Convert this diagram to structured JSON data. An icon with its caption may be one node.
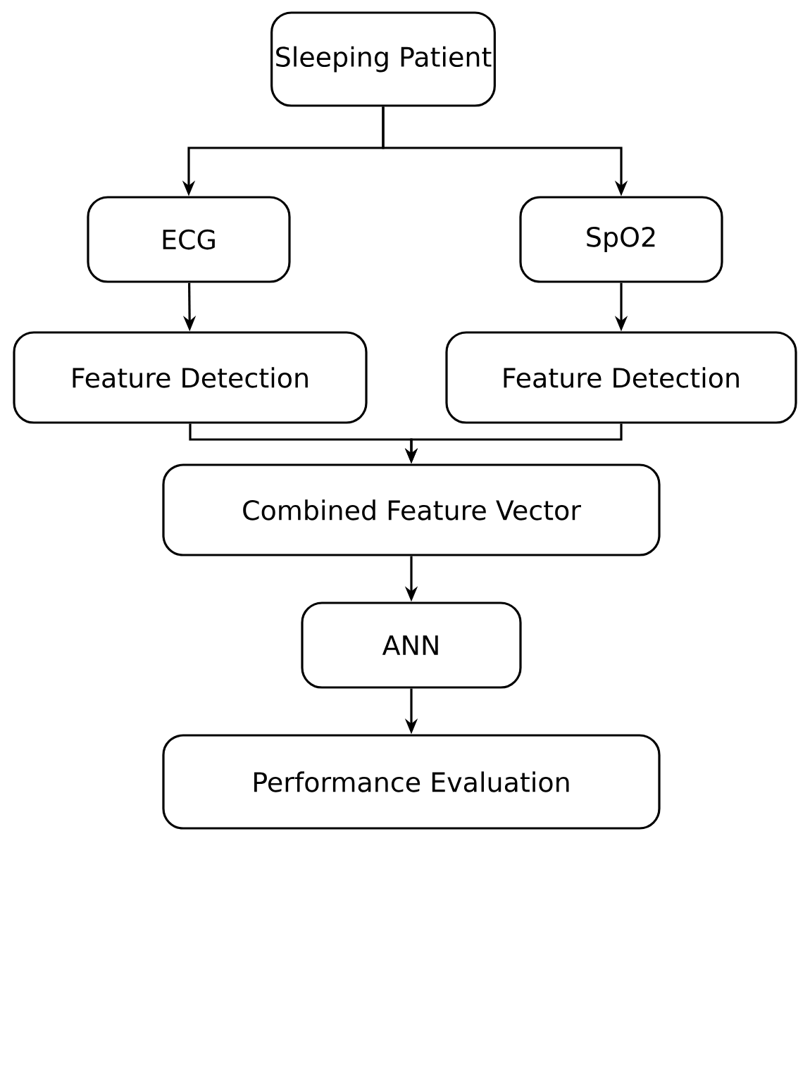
{
  "diagram": {
    "nodes": [
      {
        "text": [
          "Sleeping Patient"
        ]
      },
      {
        "text": [
          "ECG"
        ]
      },
      {
        "text": [
          "SpO2"
        ]
      },
      {
        "text": [
          "Feature Detection"
        ]
      },
      {
        "text": [
          "Feature Detection"
        ]
      },
      {
        "text": [
          "Combined Feature Vector"
        ]
      },
      {
        "text": [
          "ANN"
        ]
      },
      {
        "text": [
          "Performance Evaluation"
        ]
      }
    ],
    "edges": [
      {
        "from": 0,
        "to": 1,
        "arrow": "to"
      },
      {
        "from": 0,
        "to": 2,
        "arrow": "to"
      },
      {
        "from": 1,
        "to": 3,
        "arrow": "to"
      },
      {
        "from": 2,
        "to": 4,
        "arrow": "to"
      },
      {
        "from": 3,
        "to": 5,
        "arrow": "to"
      },
      {
        "from": 4,
        "to": 5,
        "arrow": "to"
      },
      {
        "from": 5,
        "to": 6,
        "arrow": "to"
      },
      {
        "from": 6,
        "to": 7,
        "arrow": "to"
      }
    ]
  }
}
